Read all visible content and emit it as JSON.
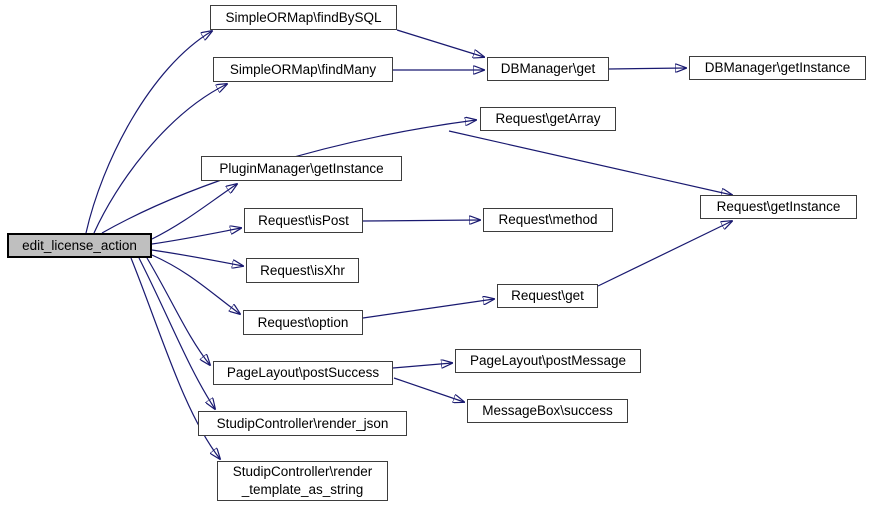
{
  "diagram": {
    "type": "call-graph",
    "background_color": "#ffffff",
    "edge_color": "#191970",
    "node_border_color": "#3d3d3d",
    "node_fill": "#ffffff",
    "root_node_fill": "#bfbfbf",
    "nodes": [
      {
        "id": "edit_license_action",
        "label": "edit_license_action",
        "root": true
      },
      {
        "id": "findBySQL",
        "label": "SimpleORMap\\findBySQL"
      },
      {
        "id": "findMany",
        "label": "SimpleORMap\\findMany"
      },
      {
        "id": "pluginmanager_getinstance",
        "label": "PluginManager\\getInstance"
      },
      {
        "id": "isPost",
        "label": "Request\\isPost"
      },
      {
        "id": "isXhr",
        "label": "Request\\isXhr"
      },
      {
        "id": "option",
        "label": "Request\\option"
      },
      {
        "id": "postSuccess",
        "label": "PageLayout\\postSuccess"
      },
      {
        "id": "render_json",
        "label": "StudipController\\render_json"
      },
      {
        "id": "render_template_as_string",
        "label": "StudipController\\render\n_template_as_string"
      },
      {
        "id": "dbmanager_get",
        "label": "DBManager\\get"
      },
      {
        "id": "getArray",
        "label": "Request\\getArray"
      },
      {
        "id": "method",
        "label": "Request\\method"
      },
      {
        "id": "request_get",
        "label": "Request\\get"
      },
      {
        "id": "postMessage",
        "label": "PageLayout\\postMessage"
      },
      {
        "id": "messagebox_success",
        "label": "MessageBox\\success"
      },
      {
        "id": "dbmanager_getinstance",
        "label": "DBManager\\getInstance"
      },
      {
        "id": "request_getinstance",
        "label": "Request\\getInstance"
      }
    ],
    "edges": [
      {
        "from": "edit_license_action",
        "to": "findBySQL"
      },
      {
        "from": "edit_license_action",
        "to": "findMany"
      },
      {
        "from": "edit_license_action",
        "to": "getArray"
      },
      {
        "from": "edit_license_action",
        "to": "pluginmanager_getinstance"
      },
      {
        "from": "edit_license_action",
        "to": "isPost"
      },
      {
        "from": "edit_license_action",
        "to": "isXhr"
      },
      {
        "from": "edit_license_action",
        "to": "option"
      },
      {
        "from": "edit_license_action",
        "to": "postSuccess"
      },
      {
        "from": "edit_license_action",
        "to": "render_json"
      },
      {
        "from": "edit_license_action",
        "to": "render_template_as_string"
      },
      {
        "from": "findBySQL",
        "to": "dbmanager_get"
      },
      {
        "from": "findMany",
        "to": "dbmanager_get"
      },
      {
        "from": "dbmanager_get",
        "to": "dbmanager_getinstance"
      },
      {
        "from": "getArray",
        "to": "request_getinstance"
      },
      {
        "from": "isPost",
        "to": "method"
      },
      {
        "from": "option",
        "to": "request_get"
      },
      {
        "from": "request_get",
        "to": "request_getinstance"
      },
      {
        "from": "postSuccess",
        "to": "postMessage"
      },
      {
        "from": "postSuccess",
        "to": "messagebox_success"
      }
    ]
  }
}
